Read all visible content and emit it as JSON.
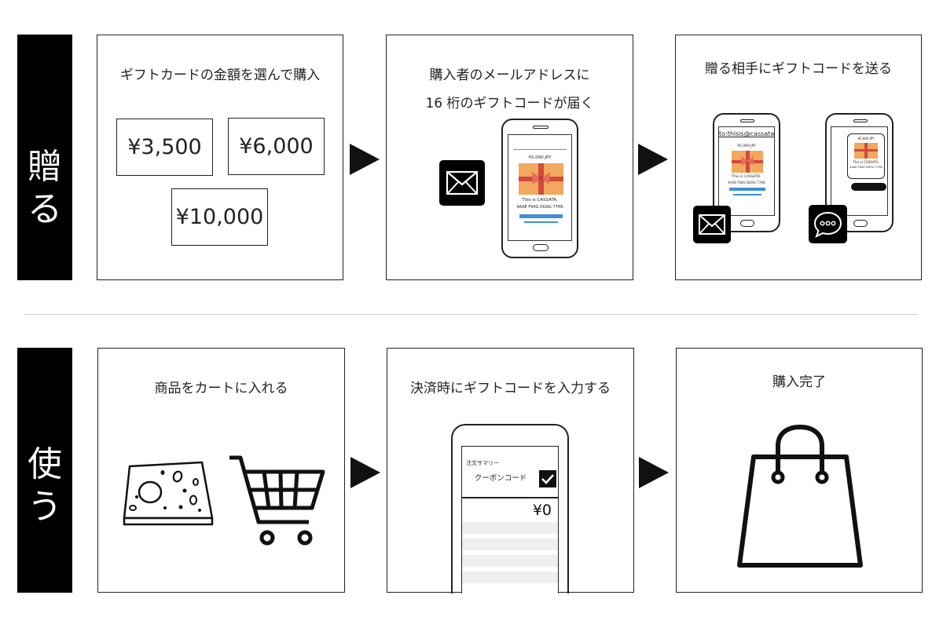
{
  "give": {
    "label": "贈る",
    "label_chars": [
      "贈",
      "る"
    ],
    "steps": [
      {
        "title": "ギフトカードの金額を選んで購入",
        "prices": [
          "¥3,500",
          "¥6,000",
          "¥10,000"
        ]
      },
      {
        "title_lines": [
          "購入者のメールアドレスに",
          "16 桁のギフトコードが届く"
        ],
        "card": {
          "amount": "¥5,000 JPY",
          "brand": "This is CASSATA.",
          "code": "4AAE F64G DG9G 77H6"
        },
        "icon": "envelope-icon"
      },
      {
        "title": "贈る相手にギフトコードを送る",
        "email_to": "to:thisis@cassata",
        "card": {
          "amount": "¥5,000 JPY",
          "brand": "This is CASSATA.",
          "code": "4AAE F64G DG9G 77H6"
        },
        "icons": [
          "envelope-icon",
          "chat-bubble-icon"
        ]
      }
    ]
  },
  "use": {
    "label": "使う",
    "label_chars": [
      "使",
      "う"
    ],
    "steps": [
      {
        "title": "商品をカートに入れる",
        "icons": [
          "cheese-icon",
          "shopping-cart-icon"
        ]
      },
      {
        "title": "決済時にギフトコードを入力する",
        "form": {
          "summary": "注文サマリー",
          "coupon": "クーポンコード",
          "total": "¥0"
        }
      },
      {
        "title": "購入完了",
        "icon": "shopping-bag-icon"
      }
    ]
  },
  "colors": {
    "bar": "#000000",
    "gift_card": "#f2a85e",
    "ribbon": "#d04a3e",
    "link_blue": "#3f8fd6"
  }
}
